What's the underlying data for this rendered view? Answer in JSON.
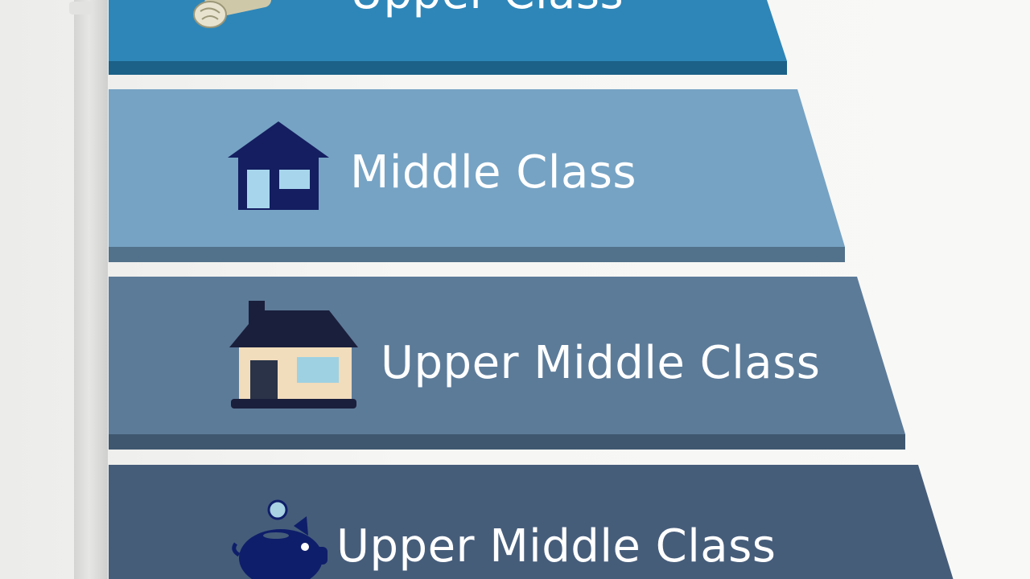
{
  "tiers": [
    {
      "label": "Upper Class",
      "icon": "money-roll-icon",
      "colors": {
        "face": "#2e86b8",
        "edge": "#1c6188"
      }
    },
    {
      "label": "Middle Class",
      "icon": "house-icon",
      "colors": {
        "face": "#76a3c4",
        "edge": "#52718a"
      }
    },
    {
      "label": "Upper Middle Class",
      "icon": "house-with-chimney-icon",
      "colors": {
        "face": "#5c7b99",
        "edge": "#3f5870"
      }
    },
    {
      "label": "Upper Middle Class",
      "icon": "piggy-bank-icon",
      "colors": {
        "face": "#465d7a",
        "edge": "#2f425a"
      }
    }
  ]
}
